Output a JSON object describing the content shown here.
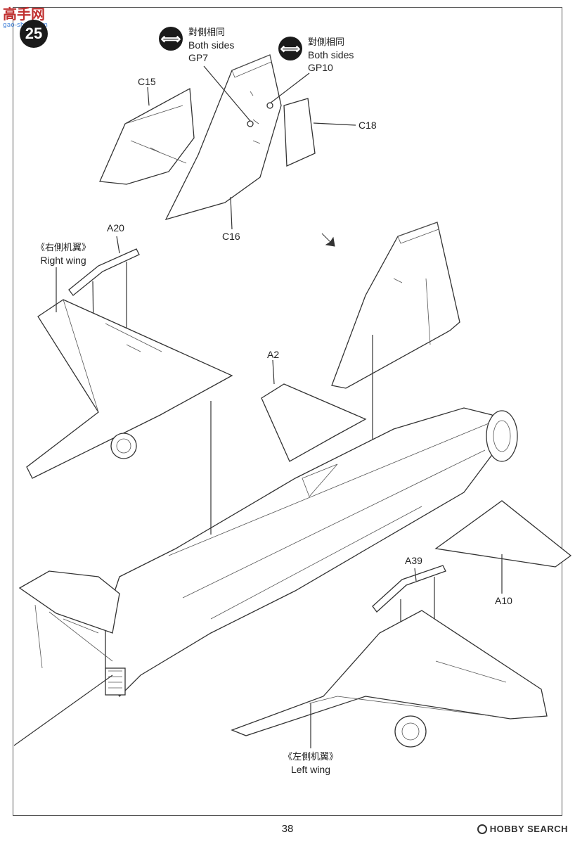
{
  "watermark_left": {
    "text": "高手网",
    "sub": "gao-shou.com"
  },
  "watermark_right": "HOBBY SEARCH",
  "step_number": "25",
  "page_number": "38",
  "notes": [
    {
      "cn": "對側相同",
      "en": "Both sides",
      "part": "GP7"
    },
    {
      "cn": "對側相同",
      "en": "Both sides",
      "part": "GP10"
    }
  ],
  "parts": {
    "c15": "C15",
    "c16": "C16",
    "c18": "C18",
    "a20": "A20",
    "a2": "A2",
    "a10": "A10",
    "a39": "A39"
  },
  "right_wing": {
    "cn": "《右側机翼》",
    "en": "Right wing"
  },
  "left_wing": {
    "cn": "《左側机翼》",
    "en": "Left wing"
  },
  "icons": {
    "both_sides": "double-arrow-icon",
    "direction": "diagonal-arrow-icon"
  }
}
